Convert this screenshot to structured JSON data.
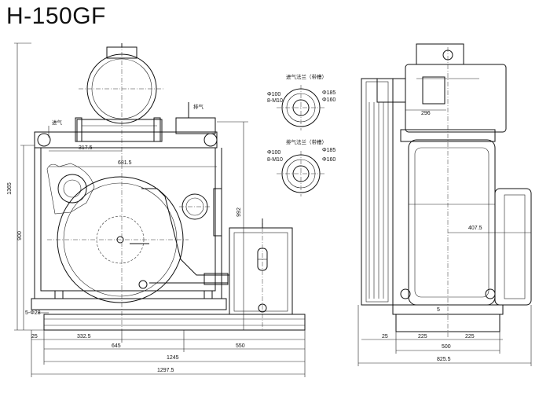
{
  "title": "H-150GF",
  "labels": {
    "exhaust_side": "排气",
    "intake_side": "进气",
    "inlet_flange": "进气法兰（带槽）",
    "outlet_flange": "排气法兰（带槽）"
  },
  "inlet_flange": {
    "d100": "Φ100",
    "bolts": "8-M10",
    "d185": "Φ185",
    "d160": "Φ160"
  },
  "outlet_flange": {
    "d100": "Φ100",
    "bolts": "8-M10",
    "d185": "Φ185",
    "d160": "Φ160"
  },
  "front_dims": {
    "h1365": "1365",
    "h900": "900",
    "h992": "992",
    "w317": "317.5",
    "w681": "681.5",
    "anchor": "5-Φ28",
    "d25": "25",
    "d332": "332.5",
    "d645": "645",
    "d550": "550",
    "d1245": "1245",
    "d1297": "1297.5"
  },
  "side_dims": {
    "d296": "296",
    "d407": "407.5",
    "d5": "5",
    "d25": "25",
    "d225a": "225",
    "d225b": "225",
    "d500": "500",
    "d825": "825.5"
  }
}
